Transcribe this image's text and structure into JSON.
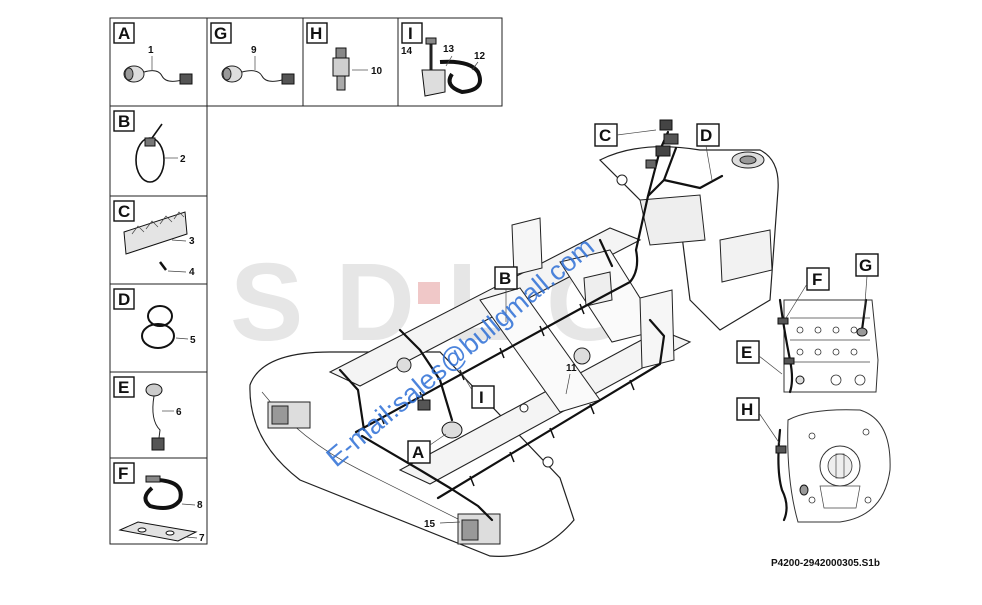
{
  "callouts": {
    "A": "A",
    "B": "B",
    "C": "C",
    "D": "D",
    "E": "E",
    "F": "F",
    "G": "G",
    "H": "H",
    "I": "I"
  },
  "parts": {
    "p1": "1",
    "p2": "2",
    "p3": "3",
    "p4": "4",
    "p5": "5",
    "p6": "6",
    "p7": "7",
    "p8": "8",
    "p9": "9",
    "p10": "10",
    "p11": "11",
    "p12": "12",
    "p13": "13",
    "p14": "14",
    "p15": "15"
  },
  "drawing_ref": "P4200-2942000305.S1b",
  "watermark": {
    "email": "E-mail:sales@bullgmall.com",
    "logo": "SDLG",
    "email_color": "#2d6fd6",
    "logo_color": "#e6e6e6",
    "logo_accent": "#f0c8c8"
  }
}
